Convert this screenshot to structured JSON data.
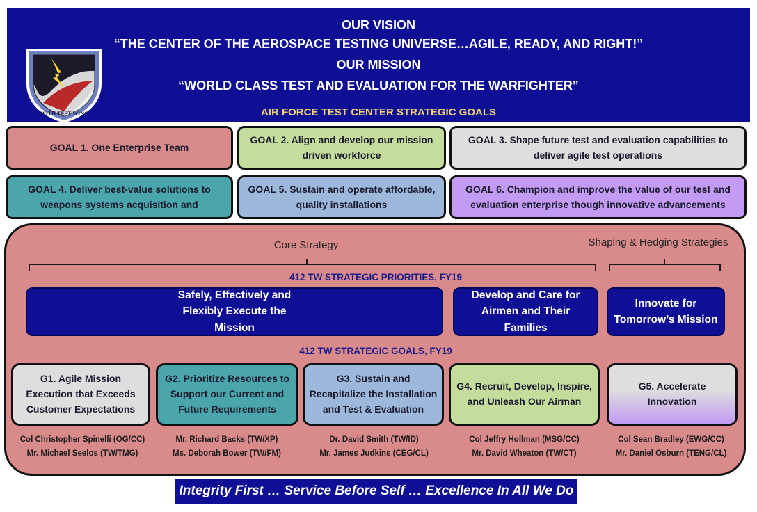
{
  "header": {
    "vision_heading": "OUR VISION",
    "vision_text": "“THE CENTER OF THE AEROSPACE TESTING UNIVERSE…AGILE, READY, AND RIGHT!”",
    "mission_heading": "OUR MISSION",
    "mission_text": "“WORLD CLASS TEST AND EVALUATION FOR THE WARFIGHTER”",
    "afgoals_title": "AIR FORCE TEST CENTER STRATEGIC GOALS",
    "emblem_text": "412TH TEST WING"
  },
  "af_goals": [
    {
      "text": "GOAL 1. One Enterprise Team",
      "color": "#d98a8a"
    },
    {
      "text": "GOAL 2. Align and develop our mission driven workforce",
      "color": "#c4dc9c"
    },
    {
      "text": "GOAL 3. Shape future test and evaluation capabilities to deliver agile test operations",
      "color": "#dedede"
    },
    {
      "text": "GOAL 4. Deliver best-value solutions to weapons systems acquisition and",
      "color": "#4aa6aa"
    },
    {
      "text": "GOAL 5. Sustain and operate affordable, quality installations",
      "color": "#9db8da"
    },
    {
      "text": "GOAL 6. Champion and improve the value of our test and evaluation enterprise though innovative advancements",
      "color": "#c39af4"
    }
  ],
  "core": {
    "core_label": "Core Strategy",
    "shaping_label": "Shaping & Hedging Strategies",
    "priorities_title": "412 TW STRATEGIC PRIORITIES, FY19",
    "priorities": [
      "Safely, Effectively and Flexibly Execute the Mission",
      "Develop and Care for Airmen and Their Families",
      "Innovate for Tomorrow’s Mission"
    ],
    "goals_title": "412 TW STRATEGIC GOALS, FY19",
    "goals": [
      {
        "text": "G1. Agile Mission Execution that Exceeds Customer Expectations",
        "color": "#dedede",
        "leads": [
          "Col Christopher Spinelli (OG/CC)",
          "Mr. Michael Seelos (TW/TMG)"
        ]
      },
      {
        "text": "G2. Prioritize Resources to Support our Current and Future Requirements",
        "color": "#4aa6aa",
        "leads": [
          "Mr. Richard Backs (TW/XP)",
          "Ms. Deborah Bower (TW/FM)"
        ]
      },
      {
        "text": "G3. Sustain and Recapitalize the Installation and Test & Evaluation",
        "color": "#9db8da",
        "leads": [
          "Dr. David Smith (TW/ID)",
          "Mr. James Judkins (CEG/CL)"
        ]
      },
      {
        "text": "G4. Recruit, Develop, Inspire, and Unleash Our Airman",
        "color": "#c4dc9c",
        "leads": [
          "Col Jeffry Hollman (MSG/CC)",
          "Mr. David Wheaton (TW/CT)"
        ]
      },
      {
        "text": "G5. Accelerate Innovation",
        "color": "#c39af4",
        "leads": [
          "Col Sean Bradley (EWG/CC)",
          "Mr. Daniel Osburn (TENG/CL)"
        ]
      }
    ]
  },
  "footer": {
    "values": "Integrity First … Service Before Self … Excellence In All We Do"
  },
  "colors": {
    "header_blue": "#0f0f96",
    "title_gold": "#f2d272",
    "core_background": "#d98a8a"
  }
}
